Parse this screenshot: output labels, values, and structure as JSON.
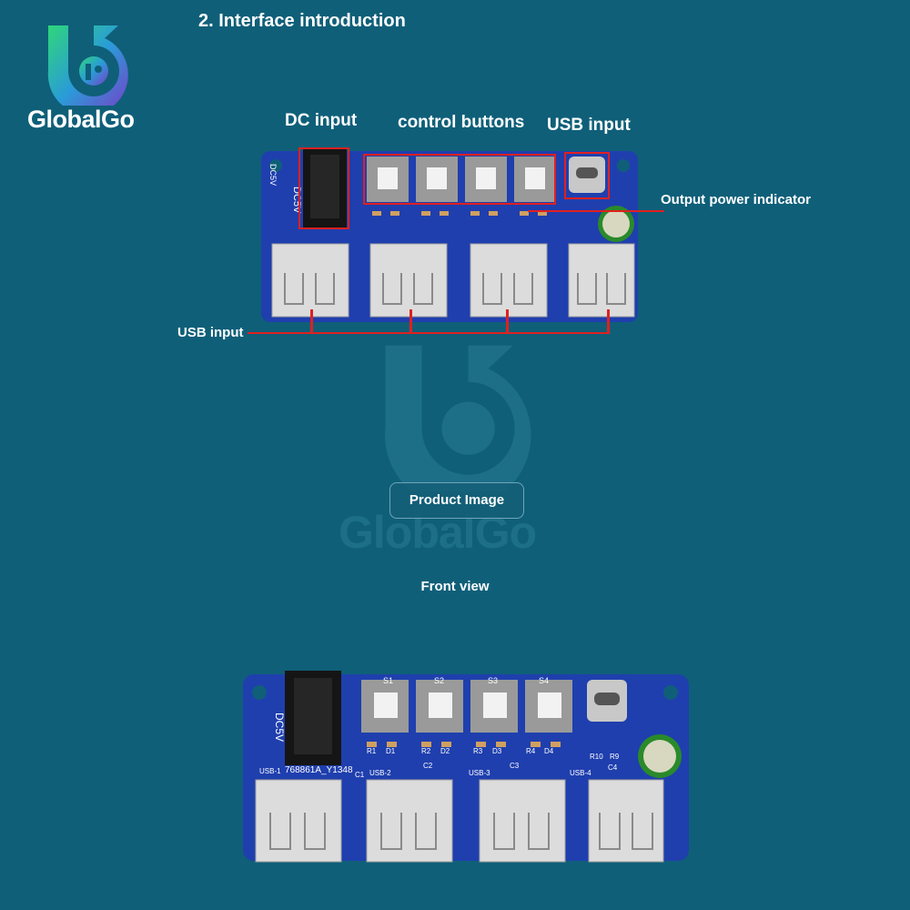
{
  "heading": "2. Interface introduction",
  "brand": {
    "name": "GlobalGo",
    "watermark": "GlobalGo"
  },
  "annotations": {
    "dc_input": "DC input",
    "control_buttons": "control buttons",
    "usb_input_top": "USB input",
    "output_indicator": "Output power indicator",
    "usb_input_bottom": "USB input"
  },
  "product_image_label": "Product Image",
  "front_view_label": "Front view",
  "board": {
    "dc_label": "DC5V",
    "buttons": [
      "S1",
      "S2",
      "S3",
      "S4"
    ],
    "resistors": [
      "R1",
      "R2",
      "R3",
      "R4"
    ],
    "leds": [
      "D1",
      "D2",
      "D3",
      "D4"
    ],
    "usb_ports": [
      "USB-1",
      "USB-2",
      "USB-3",
      "USB-4"
    ],
    "part_code": "768861A_Y1348",
    "caps": [
      "C1",
      "C2",
      "C3",
      "C4"
    ],
    "extra_resistors": [
      "R10",
      "R9"
    ]
  },
  "colors": {
    "background": "#0f5f79",
    "pcb": "#1f3fae",
    "annotation_line": "#e02020"
  }
}
